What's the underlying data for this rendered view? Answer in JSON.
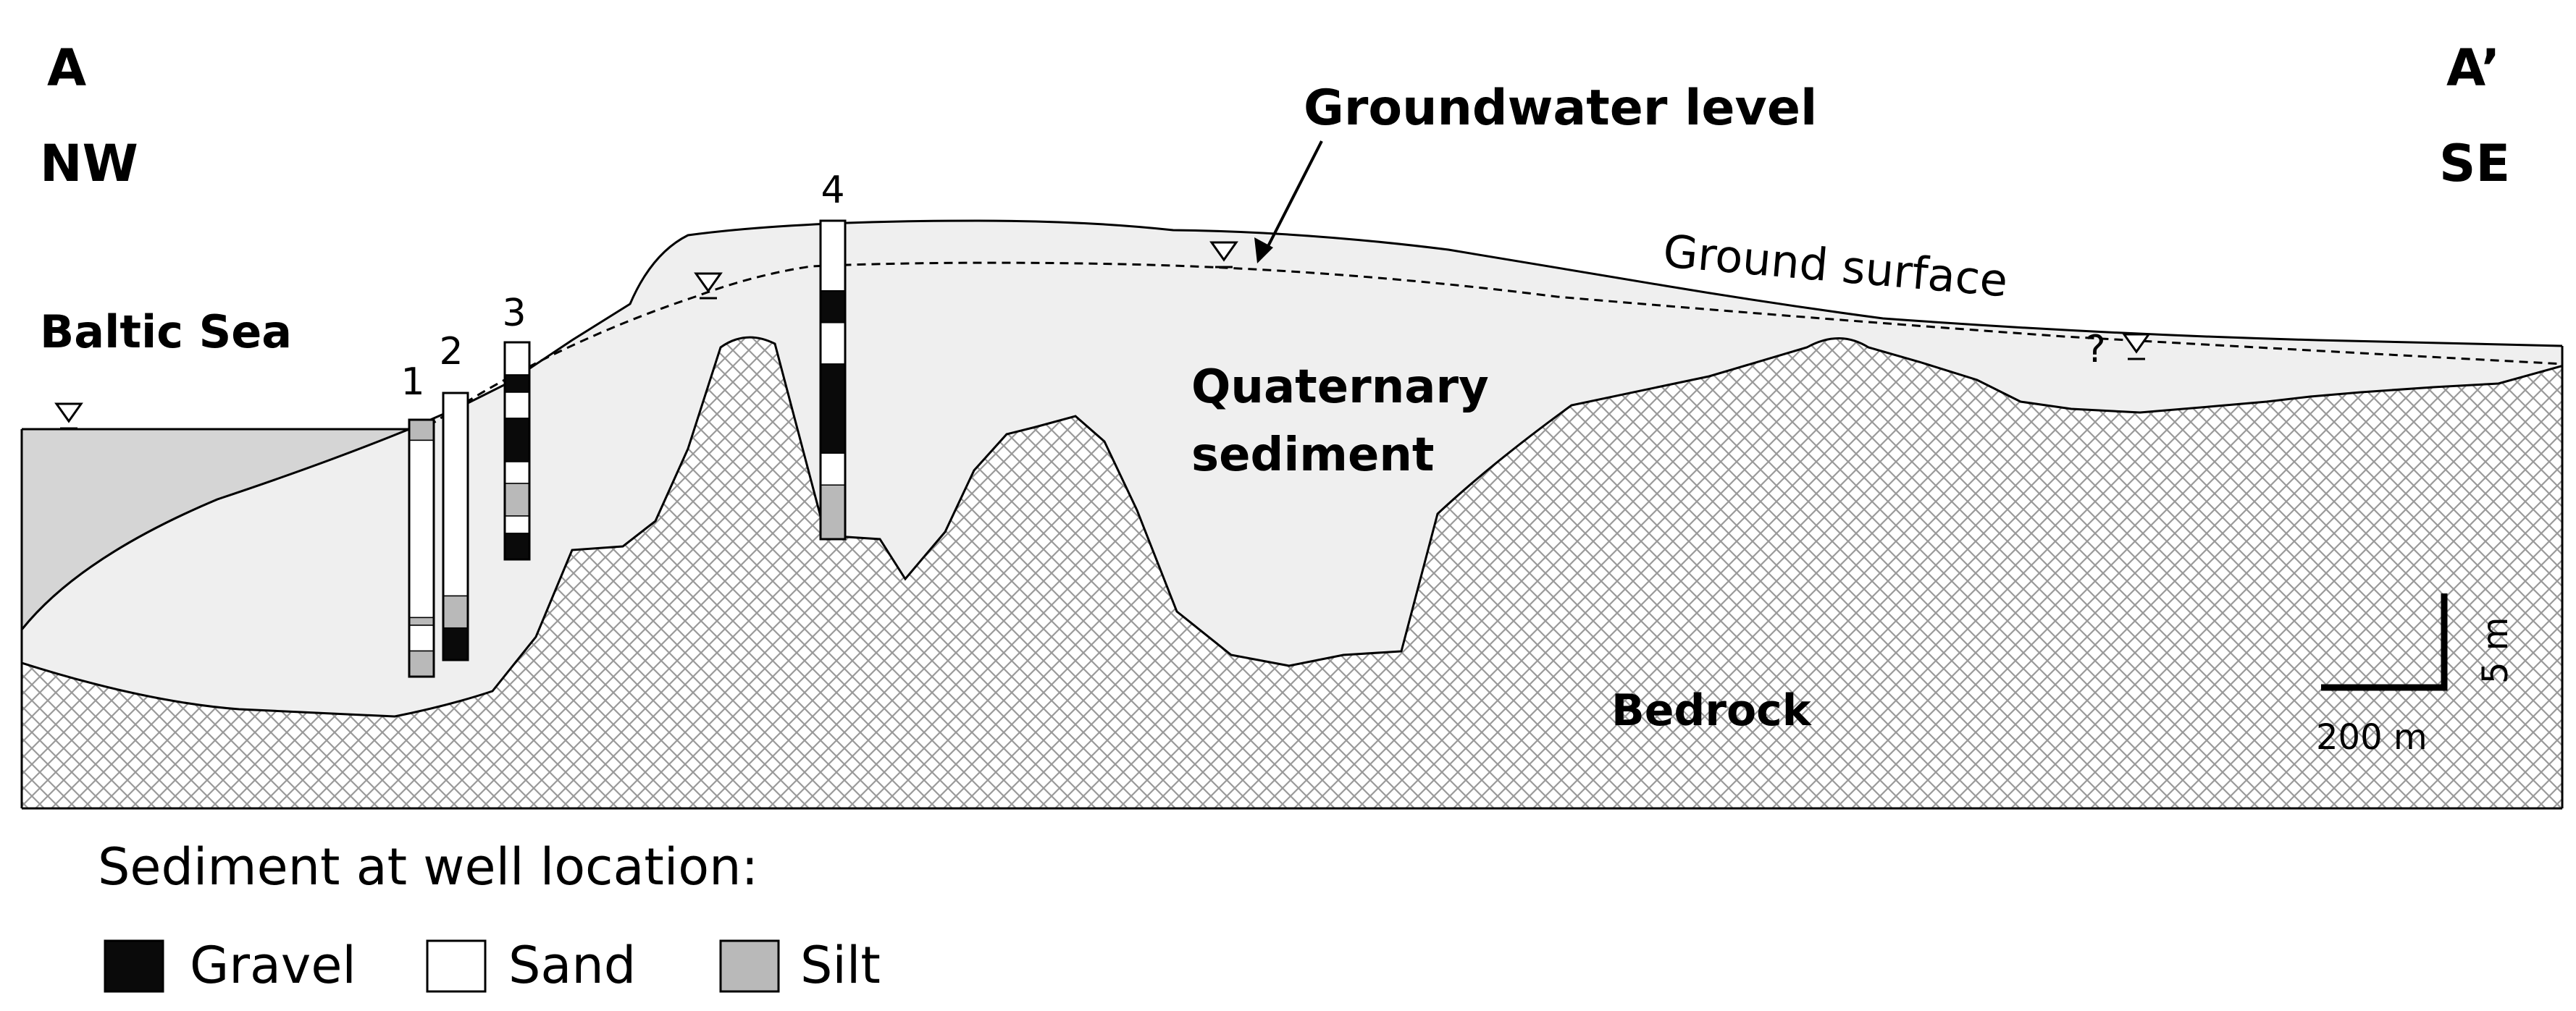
{
  "corner_left": {
    "letter": "A",
    "direction": "NW"
  },
  "corner_right": {
    "letter": "A’",
    "direction": "SE"
  },
  "labels": {
    "groundwater_level": "Groundwater level",
    "ground_surface": "Ground surface",
    "baltic_sea": "Baltic Sea",
    "quaternary_line1": "Quaternary",
    "quaternary_line2": "sediment",
    "bedrock": "Bedrock",
    "question_mark": "?"
  },
  "wells": [
    {
      "id": "1",
      "column": [
        [
          "silt",
          0.08
        ],
        [
          "sand",
          0.69
        ],
        [
          "silt",
          0.03
        ],
        [
          "sand",
          0.1
        ],
        [
          "silt",
          0.1
        ]
      ]
    },
    {
      "id": "2",
      "column": [
        [
          "sand",
          0.76
        ],
        [
          "silt",
          0.12
        ],
        [
          "gravel",
          0.12
        ]
      ]
    },
    {
      "id": "3",
      "column": [
        [
          "sand",
          0.15
        ],
        [
          "gravel",
          0.08
        ],
        [
          "sand",
          0.12
        ],
        [
          "gravel",
          0.2
        ],
        [
          "sand",
          0.1
        ],
        [
          "silt",
          0.15
        ],
        [
          "sand",
          0.08
        ],
        [
          "gravel",
          0.12
        ]
      ]
    },
    {
      "id": "4",
      "column": [
        [
          "sand",
          0.22
        ],
        [
          "gravel",
          0.1
        ],
        [
          "sand",
          0.13
        ],
        [
          "gravel",
          0.28
        ],
        [
          "sand",
          0.1
        ],
        [
          "silt",
          0.17
        ]
      ]
    }
  ],
  "scale_bar": {
    "vertical": "5 m",
    "horizontal": "200 m"
  },
  "legend": {
    "title": "Sediment at well location:",
    "items": [
      {
        "name": "Gravel",
        "color": "#0a0a0a"
      },
      {
        "name": "Sand",
        "color": "#ffffff"
      },
      {
        "name": "Silt",
        "color": "#b9b9b9"
      }
    ]
  },
  "colors": {
    "sediment": "#efefef",
    "sea": "#d5d5d5",
    "bedrock_hatch": "#9a9a9a",
    "gravel": "#0a0a0a",
    "sand": "#ffffff",
    "silt": "#b9b9b9"
  }
}
